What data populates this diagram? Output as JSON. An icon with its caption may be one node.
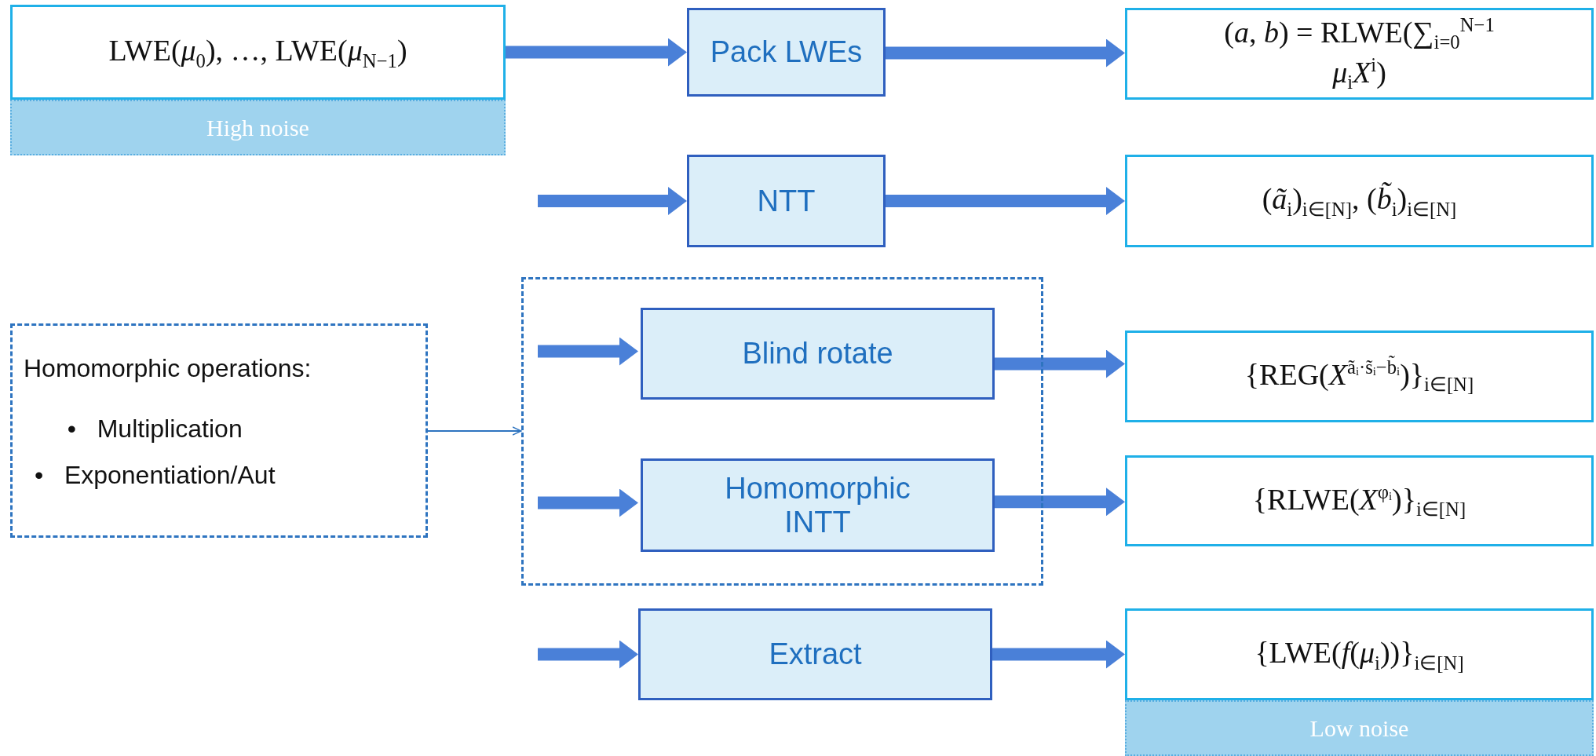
{
  "diagram": {
    "nodes": [
      {
        "text": [
          "LWE(*μ*$_{0}$), …, LWE(*μ*$_{N−1}$)"
        ]
      },
      {
        "text": [
          "High noise"
        ]
      },
      {
        "text": [
          "Pack LWEs"
        ]
      },
      {
        "text": [
          "(*a*, *b*) = RLWE(∑$_{i=0}$$^{N−1}$ *μ*$_{i}$*X*$^{i}$)"
        ]
      },
      {
        "text": [
          "NTT"
        ]
      },
      {
        "text": [
          "(*ã*$_{i}$)$_{i∈[N]}$, (*b̃*$_{i}$)$_{i∈[N]}$"
        ]
      },
      {
        "text": [
          "Homomorphic operations:",
          "•   Multiplication",
          "•   Exponentiation/Aut"
        ]
      },
      {
        "text": [],
        "shape": "box"
      },
      {
        "text": [
          "Blind rotate"
        ],
        "in": 7
      },
      {
        "text": [
          "{REG(*X*$^{ãᵢ·s̃ᵢ−b̃ᵢ}$)}$_{i∈[N]}$"
        ]
      },
      {
        "text": [
          "Homomorphic INTT"
        ],
        "in": 7
      },
      {
        "text": [
          "{RLWE(*X*$^{φᵢ}$)}$_{i∈[N]}$"
        ]
      },
      {
        "text": [
          "Extract"
        ]
      },
      {
        "text": [
          "{LWE(*f*(*μ*$_{i}$))}$_{i∈[N]}$"
        ]
      },
      {
        "text": [
          "Low noise"
        ]
      }
    ],
    "edges": [
      {
        "from": 0,
        "to": 2,
        "arrow": "to"
      },
      {
        "from": 2,
        "to": 3,
        "arrow": "to"
      },
      {
        "from": null,
        "to": 4,
        "arrow": "to"
      },
      {
        "from": 4,
        "to": 5,
        "arrow": "to"
      },
      {
        "from": null,
        "to": 8,
        "arrow": "to"
      },
      {
        "from": 8,
        "to": 9,
        "arrow": "to"
      },
      {
        "from": null,
        "to": 10,
        "arrow": "to"
      },
      {
        "from": 10,
        "to": 11,
        "arrow": "to"
      },
      {
        "from": null,
        "to": 12,
        "arrow": "to"
      },
      {
        "from": 12,
        "to": 13,
        "arrow": "to"
      },
      {
        "from": 6,
        "to": 7,
        "arrow": "to",
        "color": "#2e74c0"
      }
    ]
  }
}
